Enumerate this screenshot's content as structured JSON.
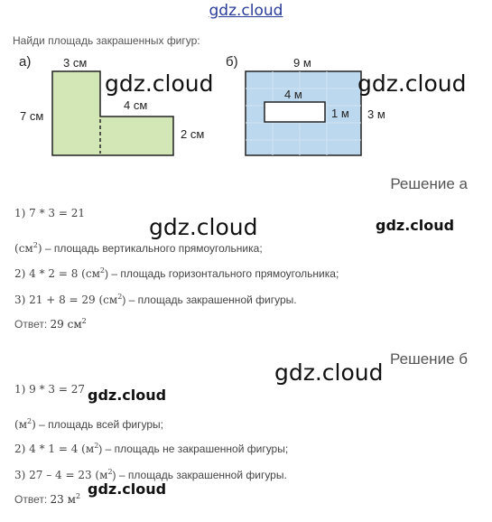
{
  "site": {
    "header": "gdz.cloud",
    "watermark": "gdz.cloud"
  },
  "task": "Найди площадь закрашенных фигур:",
  "figure_a": {
    "label": "а)",
    "top": "3 см",
    "left": "7 см",
    "middle": "4 см",
    "right": "2 см"
  },
  "figure_b": {
    "label": "б)",
    "top": "9 м",
    "inner_w": "4 м",
    "inner_h": "1 м",
    "right": "3 м"
  },
  "solution_a": {
    "title": "Решение а",
    "l1": "1) 7 * 3 = 21",
    "l2_unit": "см",
    "l2_text": " – площадь вертикального прямоугольника;",
    "l3_expr": "2) 4 * 2 = 8 (см",
    "l3_text": ") – площадь горизонтального прямоугольника;",
    "l4_expr": "3) 21 + 8 = 29 (см",
    "l4_text": ") – площадь закрашенной фигуры.",
    "answer_label": "Ответ: ",
    "answer_value": "29 см"
  },
  "solution_b": {
    "title": "Решение б",
    "l1": "1) 9 * 3 = 27",
    "l2_unit": "м",
    "l2_text": " – площадь всей фигуры;",
    "l3_expr": "2) 4 * 1 = 4 (м",
    "l3_text": ") – площадь не закрашенной фигуры;",
    "l4_expr": "3) 27 – 4 = 23 (м",
    "l4_text": ") – площадь закрашенной фигуры.",
    "answer_label": "Ответ: ",
    "answer_value": "23 м"
  },
  "exponent": "2"
}
